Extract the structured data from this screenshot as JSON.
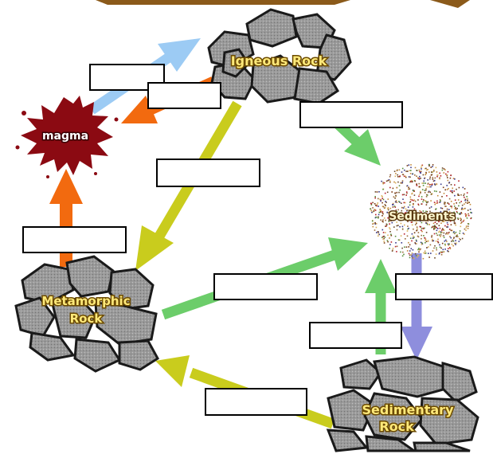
{
  "nodes": {
    "igneous": "Igneous Rock",
    "magma": "magma",
    "sediments": "Sediments",
    "metamorphic_line1": "Metamorphic",
    "metamorphic_line2": "Rock",
    "sedimentary_line1": "Sedimentary",
    "sedimentary_line2": "Rock"
  },
  "answer_boxes": [
    "",
    "",
    "",
    "",
    "",
    "",
    "",
    "",
    ""
  ],
  "colors": {
    "rock_fill": "#8f8f8f",
    "rock_outline": "#1a1a1a",
    "magma": "#8b0a12",
    "label_fill": "#ffe97a",
    "arrow_blue": "#9ccbf4",
    "arrow_orange": "#f26a0f",
    "arrow_yellow": "#c9cc1d",
    "arrow_green": "#6ccd6a",
    "arrow_purple": "#8e8edd"
  }
}
